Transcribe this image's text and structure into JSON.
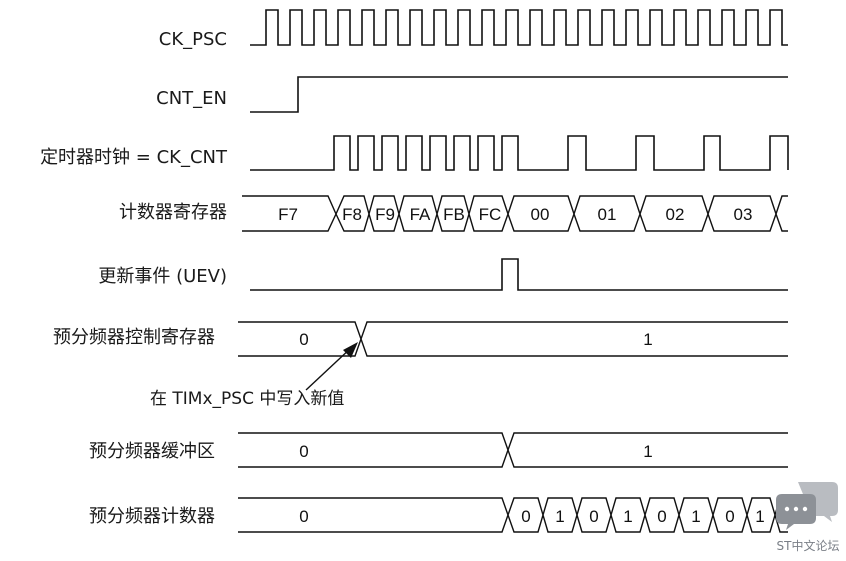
{
  "signals": [
    {
      "id": "ck_psc",
      "label": "CK_PSC"
    },
    {
      "id": "cnt_en",
      "label": "CNT_EN"
    },
    {
      "id": "ck_cnt",
      "label": "定时器时钟 = CK_CNT"
    },
    {
      "id": "counter",
      "label": "计数器寄存器",
      "values": [
        "F7",
        "F8",
        "F9",
        "FA",
        "FB",
        "FC",
        "00",
        "01",
        "02",
        "03"
      ]
    },
    {
      "id": "uev",
      "label": "更新事件 (UEV)"
    },
    {
      "id": "psc_ctrl",
      "label": "预分频器控制寄存器",
      "values": [
        "0",
        "1"
      ]
    },
    {
      "id": "psc_buf",
      "label": "预分频器缓冲区",
      "values": [
        "0",
        "1"
      ]
    },
    {
      "id": "psc_cnt",
      "label": "预分频器计数器",
      "values": [
        "0",
        "0",
        "1",
        "0",
        "1",
        "0",
        "1",
        "0",
        "1"
      ]
    }
  ],
  "annotation": {
    "text": "在 TIMx_PSC 中写入新值"
  },
  "watermark": {
    "text": "ST中文论坛",
    "icon": "chat-bubble-icon",
    "color": "#7a7f87"
  }
}
